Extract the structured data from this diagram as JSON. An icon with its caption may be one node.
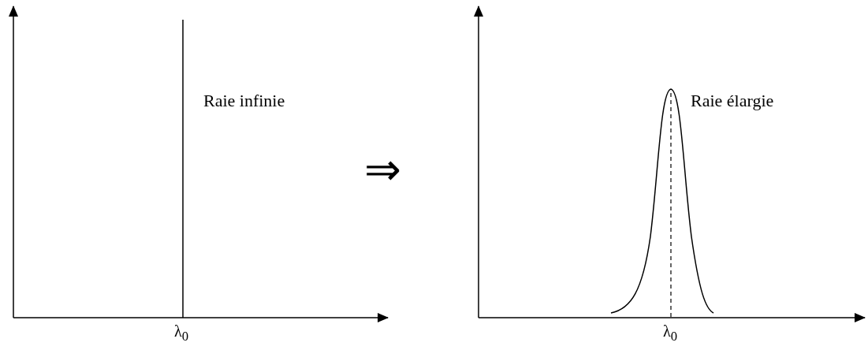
{
  "diagram": {
    "labels": [
      "Raie infinie",
      "λ$_{0}$",
      "⇒",
      "Raie élargie",
      "λ$_{0}$"
    ]
  }
}
